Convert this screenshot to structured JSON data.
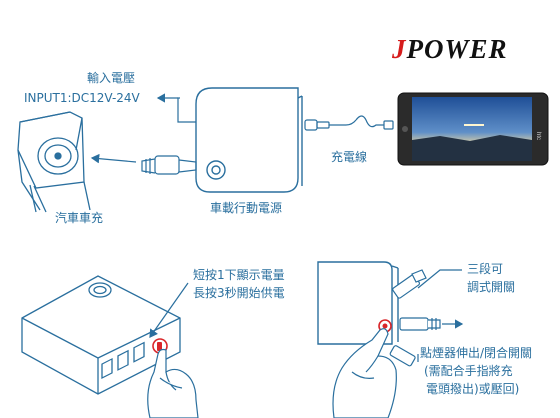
{
  "brand": {
    "j": "J",
    "rest": "POWER"
  },
  "labels": {
    "input_title": "輸入電壓",
    "input_value": "INPUT1:DC12V-24V",
    "car_charger": "汽車車充",
    "power_bank": "車載行動電源",
    "cable": "充電線",
    "button_line1": "短按1下顯示電量",
    "button_line2": "長按3秒開始供電",
    "stage_line1": "三段可",
    "stage_line2": "調式開關",
    "socket_line1": "點煙器伸出/閉合開關",
    "socket_line2": "(需配合手指將充",
    "socket_line3": "電頭撥出)或壓回)"
  },
  "phone": {
    "brand": "htc"
  },
  "colors": {
    "line": "#2a6f9e",
    "logo_red": "#d61c1c",
    "button_red": "#d9262a"
  }
}
